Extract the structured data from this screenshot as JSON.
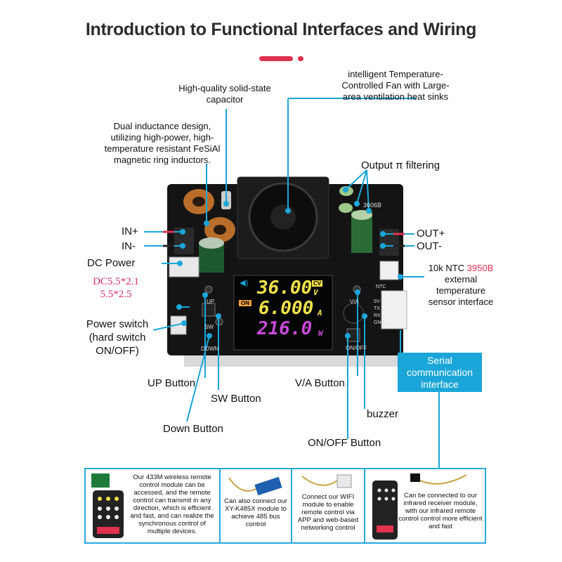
{
  "title": "Introduction to Functional Interfaces and Wiring",
  "callouts": {
    "capacitor": "High-quality solid-state capacitor",
    "fan": "intelligent Temperature-Controlled Fan with Large-area ventilation heat sinks",
    "inductance": "Dual inductance design, utilizing high-power, high-temperature resistant FeSiAl magnetic ring inductors.",
    "output_filter": "Output π filtering",
    "in_plus": "IN+",
    "in_minus": "IN-",
    "out_plus": "OUT+",
    "out_minus": "OUT-",
    "dc_power": "DC Power",
    "dc_size1": "DC5.5*2.1",
    "dc_size2": "5.5*2.5",
    "ntc_prefix": "10k NTC ",
    "ntc_model": "3950B",
    "ntc_rest": "external temperature sensor interface",
    "power_switch": "Power switch (hard switch ON/OFF)",
    "up_button": "UP Button",
    "sw_button": "SW Button",
    "down_button": "Down Button",
    "va_button": "V/A Button",
    "buzzer": "buzzer",
    "onoff_button": "ON/OFF Button",
    "serial": "Serial communication interface"
  },
  "board": {
    "voltage": "36.00",
    "voltage_unit": "V",
    "current": "6.000",
    "current_unit": "A",
    "power": "216.0",
    "power_unit": "W",
    "mode_badge": "CV",
    "on_badge": "ON",
    "model": "3606B",
    "silk_up": "UP",
    "silk_sw": "SW",
    "silk_down": "DOWN",
    "silk_va": "V/A",
    "silk_onoff": "ON/OFF",
    "silk_ntc": "NTC",
    "silk_5v": "5V",
    "silk_tx": "TX",
    "silk_rx": "RX",
    "silk_gnd": "GND"
  },
  "panels": [
    {
      "text": "Our 433M wireless remote control module can be accessed, and the remote control can transmit in any direction, which is efficient and fast, and can realize the synchronous control of multiple devices."
    },
    {
      "text": "Can also connect our XY-K485X module to achieve 485 bus control"
    },
    {
      "text": "Connect our WIFI module to enable remote control via APP and web-based networking control"
    },
    {
      "text": "Can be connected to our infrared receiver module, with our infrared remote control control more efficient and fast"
    }
  ],
  "colors": {
    "accent": "#e0314f",
    "line": "#1aa6d8",
    "voltage": "#f2e24a",
    "current": "#f2e24a",
    "power": "#c84ad8"
  }
}
